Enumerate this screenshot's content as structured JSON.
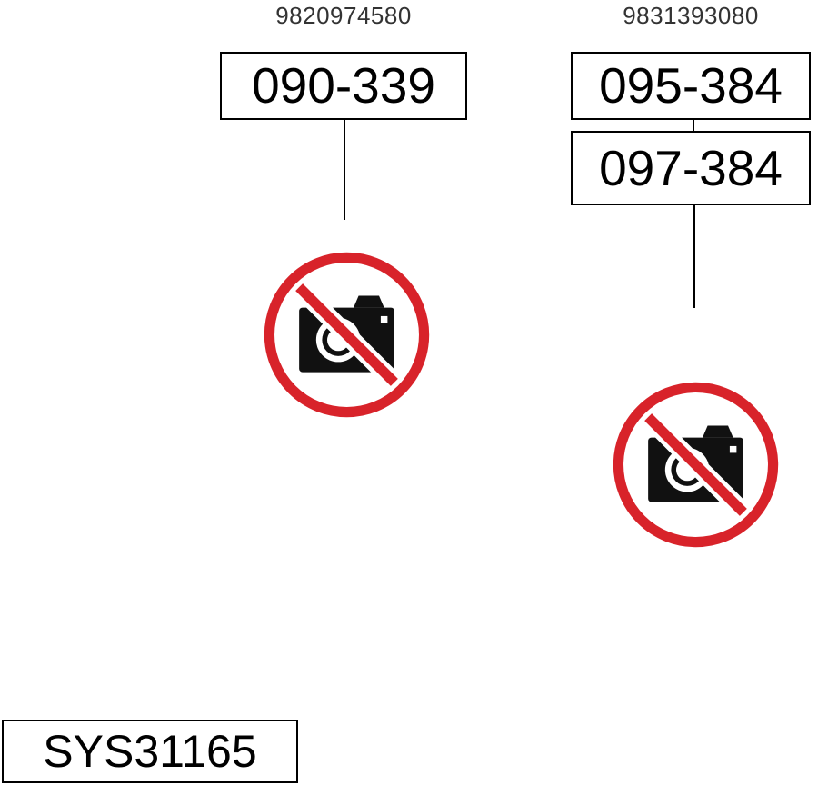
{
  "callouts": [
    {
      "number": "9820974580",
      "parts": [
        "090-339"
      ],
      "icon": "no-photo-icon"
    },
    {
      "number": "9831393080",
      "parts": [
        "095-384",
        "097-384"
      ],
      "icon": "no-photo-icon"
    }
  ],
  "footer": {
    "system_code": "SYS31165"
  },
  "colors": {
    "prohibition_red": "#d8232a",
    "camera_black": "#111111"
  }
}
